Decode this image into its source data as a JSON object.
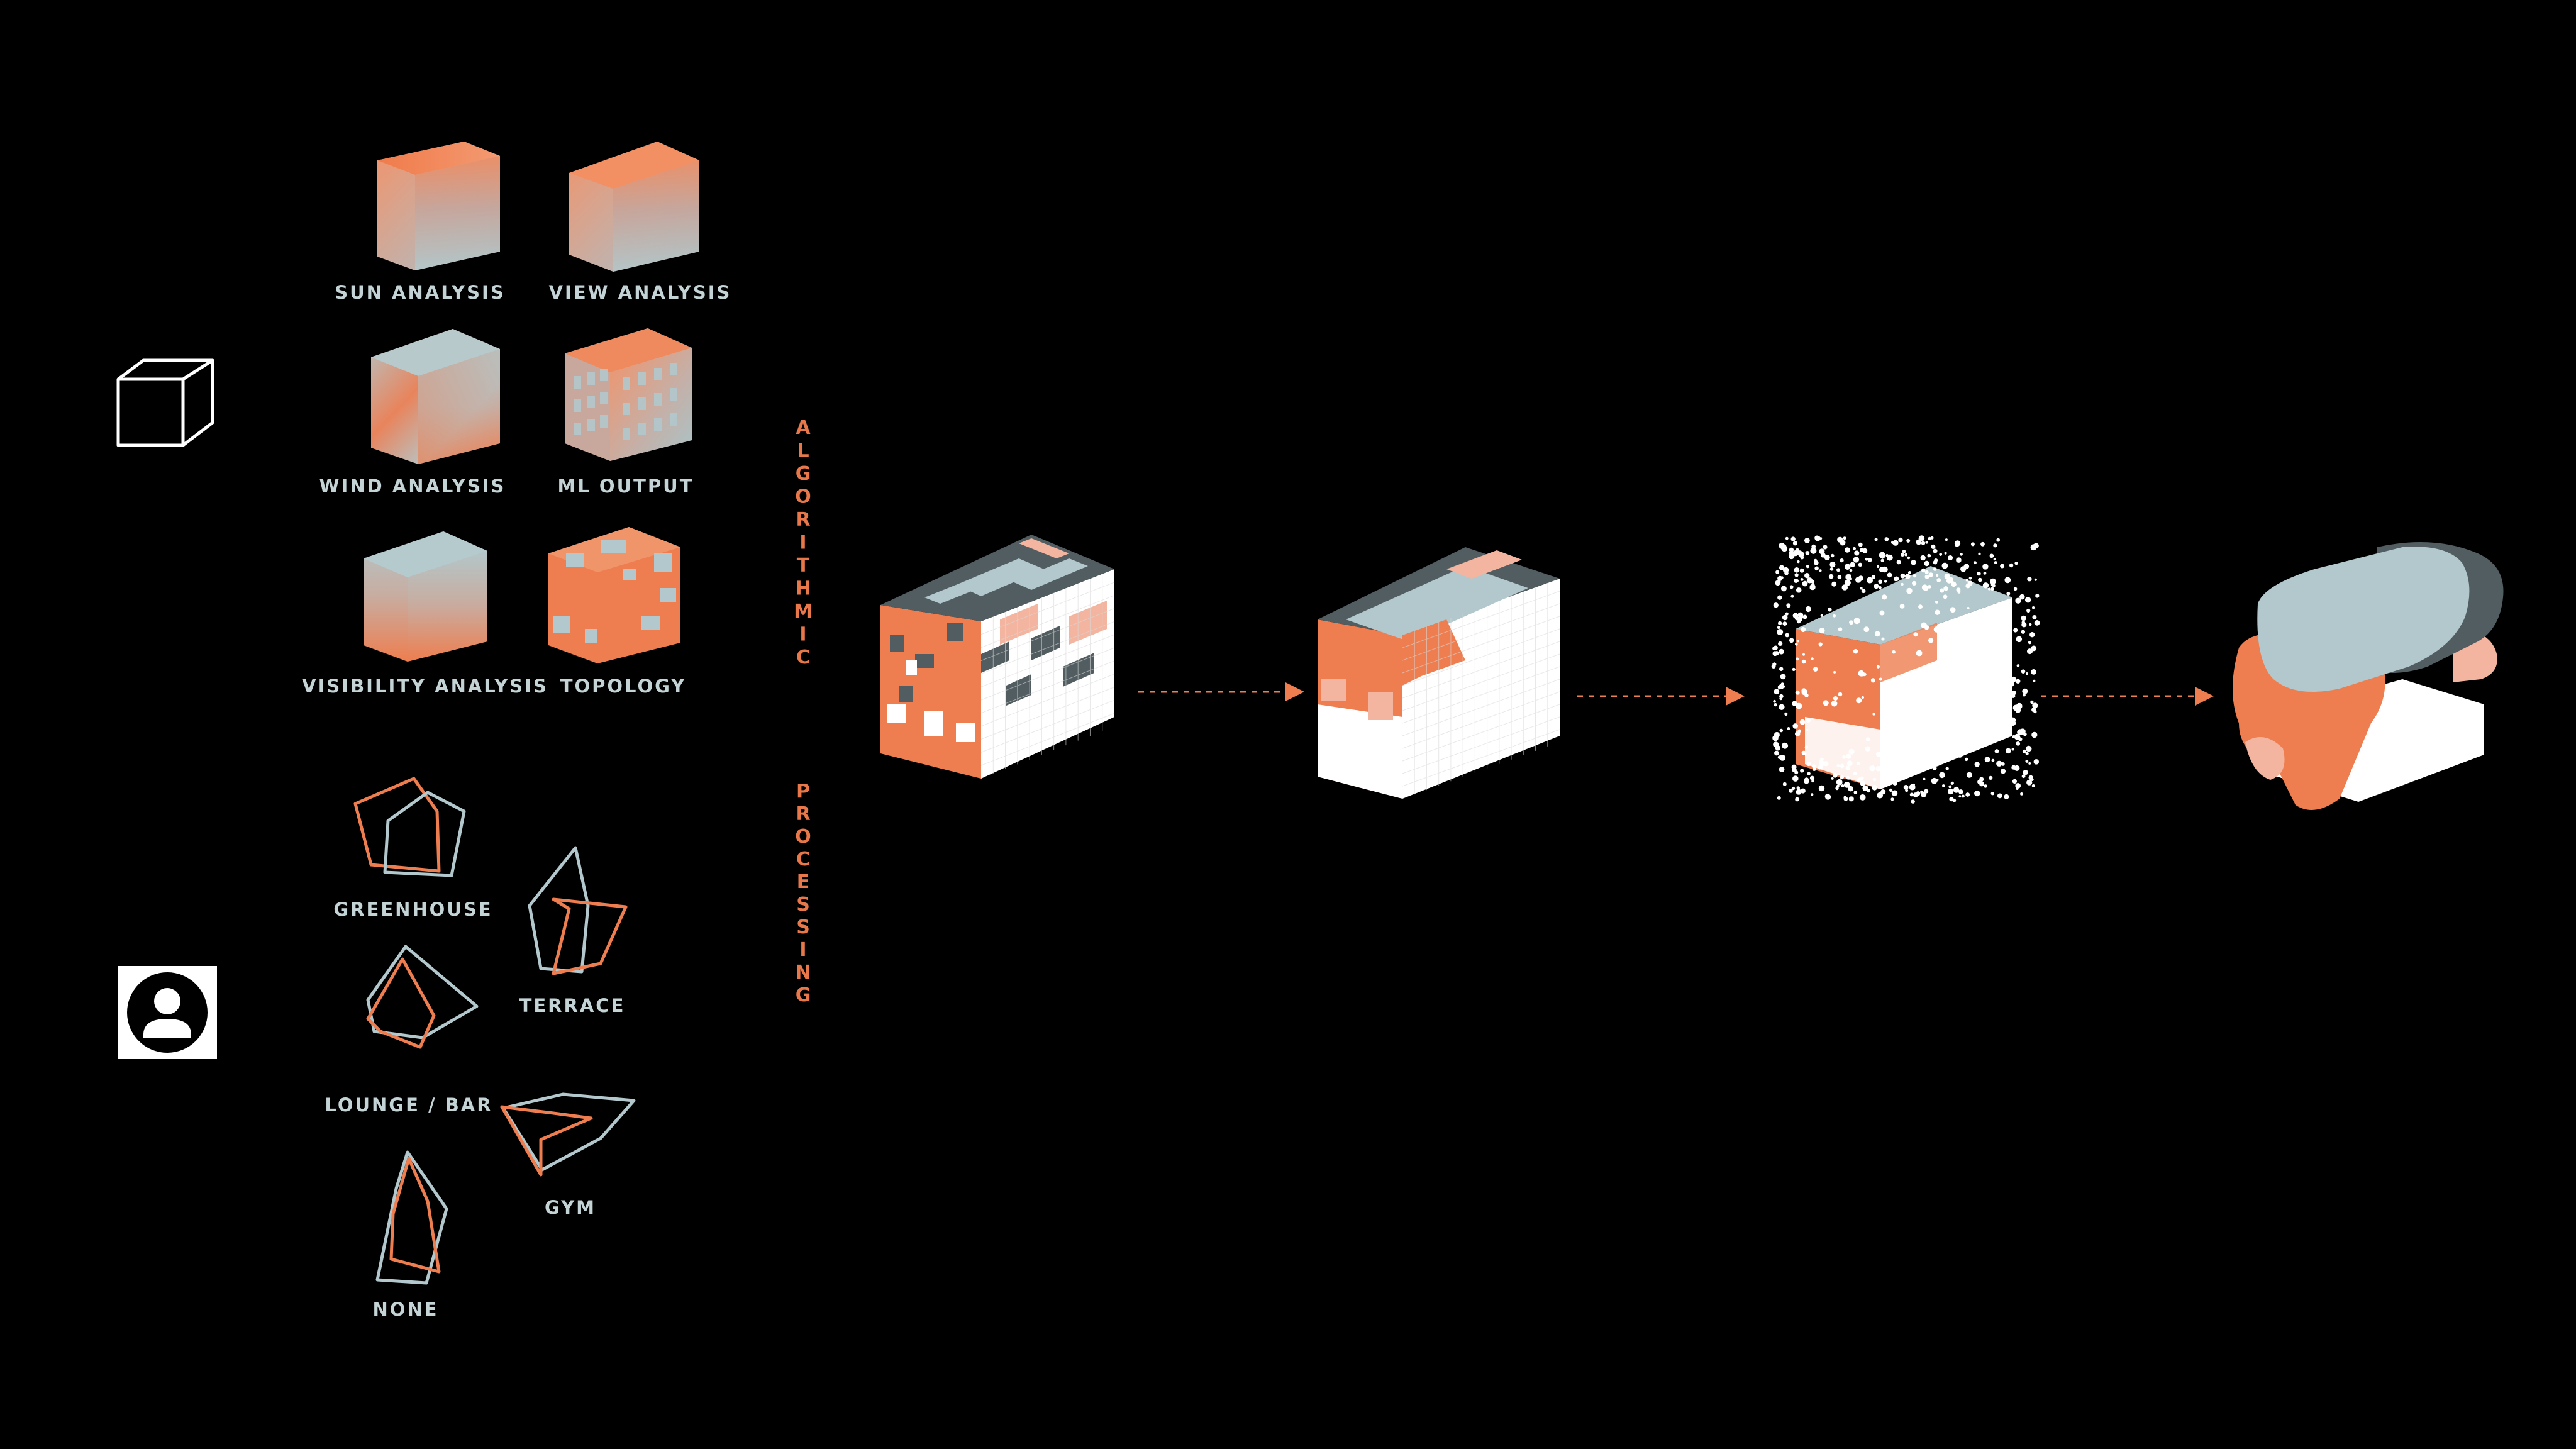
{
  "colors": {
    "background": "#000000",
    "accent": "#ee7e4f",
    "light_blue": "#b2c8cc",
    "dark_gray": "#525d61",
    "salmon": "#f4b5a0",
    "white": "#ffffff",
    "label": "#c3d3d6"
  },
  "icons": {
    "input_geometry": "cube-outline-icon",
    "input_user": "user-profile-icon"
  },
  "analysis": {
    "items": [
      {
        "label": "SUN ANALYSIS"
      },
      {
        "label": "VIEW ANALYSIS"
      },
      {
        "label": "WIND ANALYSIS"
      },
      {
        "label": "ML OUTPUT"
      },
      {
        "label": "VISIBILITY ANALYSIS"
      },
      {
        "label": "TOPOLOGY"
      }
    ]
  },
  "programs": {
    "items": [
      {
        "label": "GREENHOUSE"
      },
      {
        "label": "TERRACE"
      },
      {
        "label": "LOUNGE / BAR"
      },
      {
        "label": "GYM"
      },
      {
        "label": "NONE"
      }
    ]
  },
  "process": {
    "algorithmic": "ALGORITHMIC",
    "processing": "PROCESSING"
  },
  "stages": [
    {
      "name": "voxel-grid-classified"
    },
    {
      "name": "voxel-grid-smoothed"
    },
    {
      "name": "point-cloud"
    },
    {
      "name": "final-form"
    }
  ]
}
